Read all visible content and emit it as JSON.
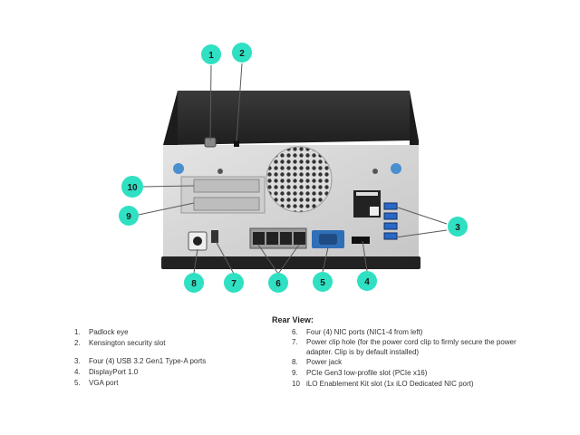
{
  "callouts": [
    "1",
    "2",
    "3",
    "4",
    "5",
    "6",
    "7",
    "8",
    "9",
    "10"
  ],
  "legend": {
    "title": "Rear View:",
    "items": [
      {
        "num": "1.",
        "text": "Padlock eye"
      },
      {
        "num": "2.",
        "text": "Kensington security slot"
      },
      {
        "num": "3.",
        "text": "Four (4) USB 3.2 Gen1 Type-A ports"
      },
      {
        "num": "4.",
        "text": "DisplayPort 1.0"
      },
      {
        "num": "5.",
        "text": "VGA port"
      },
      {
        "num": "6.",
        "text": "Four (4) NIC ports (NIC1-4 from left)"
      },
      {
        "num": "7.",
        "text": "Power clip hole (for the power cord clip to firmly secure the power adapter. Clip is by default installed)"
      },
      {
        "num": "8.",
        "text": "Power jack"
      },
      {
        "num": "9.",
        "text": "PCIe Gen3 low-profile slot (PCIe x16)"
      },
      {
        "num": "10",
        "text": "iLO Enablement Kit slot (1x iLO Dedicated NIC port)"
      }
    ]
  },
  "colors": {
    "callout_fill": "#2fe0c2",
    "chassis": "#2b2b2b",
    "panel": "#d5d5d5",
    "vga_blue": "#2f6fb8",
    "usb_blue": "#2a68c6",
    "thumbscrew": "#4a8fd0"
  }
}
